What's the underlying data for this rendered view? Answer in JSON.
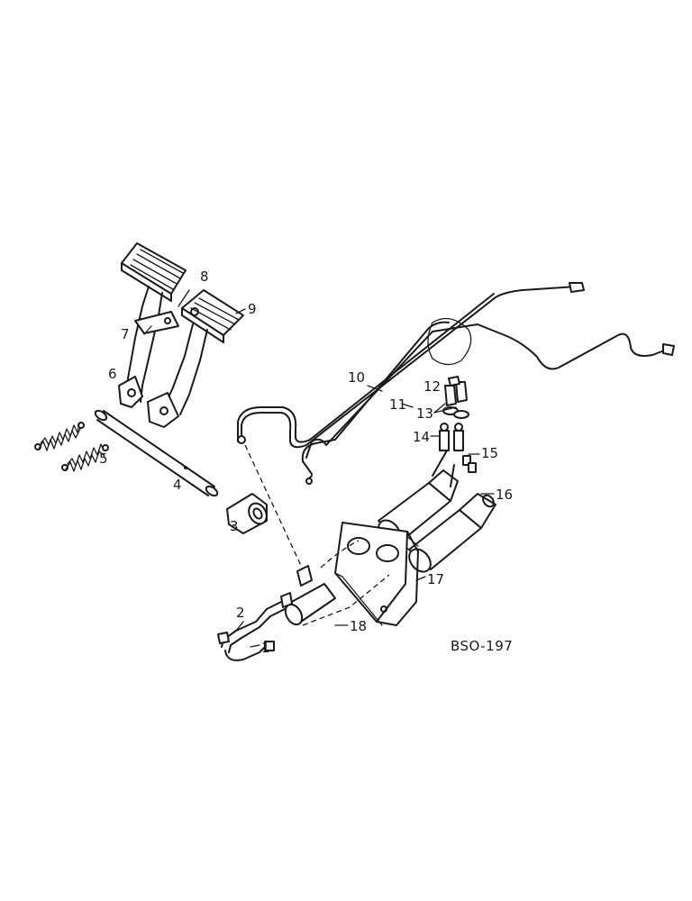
{
  "callouts": [
    "1",
    "2",
    "3",
    "4",
    "5",
    "6",
    "7",
    "8",
    "9",
    "10",
    "11",
    "12",
    "13",
    "14",
    "15",
    "16",
    "17",
    "18"
  ],
  "drawing_code": "BSO-197",
  "ink_color": "#1a1a1a"
}
